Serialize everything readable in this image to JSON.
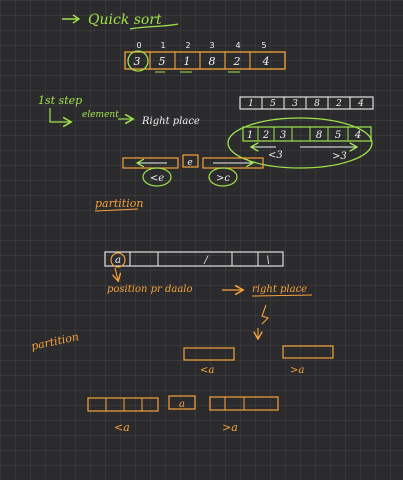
{
  "colors": {
    "green": "#9fe34b",
    "orange": "#f5a23a",
    "white": "#f0f0f0",
    "background": "#2b2b2d",
    "grid": "#3a3a3d"
  },
  "title": "Quick sort",
  "title_arrow": "→",
  "main_array": {
    "indices": [
      "0",
      "1",
      "2",
      "3",
      "4",
      "5"
    ],
    "values": [
      "3",
      "5",
      "1",
      "8",
      "2",
      "4"
    ]
  },
  "step_label": "1st step",
  "element_label": "element",
  "right_place_label": "Right place",
  "sorted_array": {
    "values": [
      "1",
      "5",
      "3",
      "8",
      "2",
      "4"
    ]
  },
  "sorted_result": {
    "values": [
      "1",
      "2",
      "3",
      "8",
      "5",
      "4"
    ]
  },
  "lt_three_label": "<3",
  "gt_three_label": ">3",
  "pivot_e": "e",
  "lt_e_label": "<e",
  "gt_e_label": ">c",
  "partition_label_1": "partition",
  "bottom_array": {
    "first": "a",
    "others": [
      "",
      "",
      "/",
      "",
      "\\"
    ]
  },
  "position_text": "position pr daalo",
  "position_arrow": "→",
  "right_place_text": "right place",
  "partition_label_2": "partition",
  "lt_a_label": "<a",
  "gt_a_label": ">a",
  "pivot_a": "a",
  "lt_a_label_2": "<a",
  "gt_a_label_2": ">a"
}
